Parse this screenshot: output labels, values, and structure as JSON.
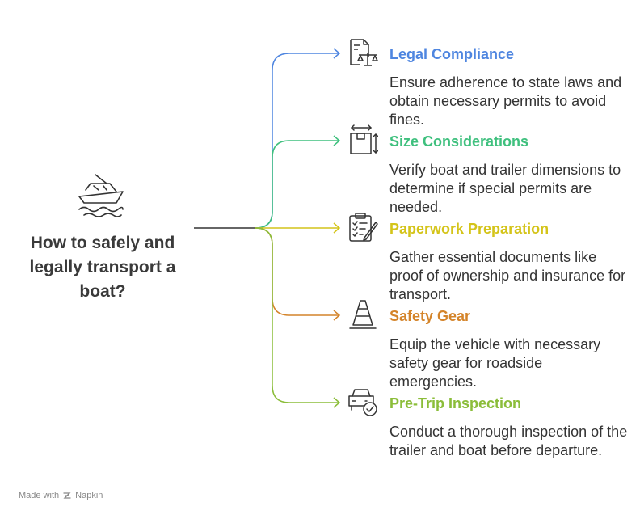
{
  "root": {
    "title": "How to safely and legally transport a boat?",
    "icon": "boat-icon"
  },
  "items": [
    {
      "title": "Legal Compliance",
      "description": "Ensure adherence to state laws and obtain necessary permits to avoid fines.",
      "color": "#4f86e0",
      "icon": "legal-document-scales-icon"
    },
    {
      "title": "Size Considerations",
      "description": "Verify boat and trailer dimensions to determine if special permits are needed.",
      "color": "#3fc07e",
      "icon": "box-dimensions-icon"
    },
    {
      "title": "Paperwork Preparation",
      "description": "Gather essential documents like proof of ownership and insurance for transport.",
      "color": "#d4c41a",
      "icon": "clipboard-paperwork-icon"
    },
    {
      "title": "Safety Gear",
      "description": "Equip the vehicle with necessary safety gear for roadside emergencies.",
      "color": "#d4842a",
      "icon": "traffic-cone-icon"
    },
    {
      "title": "Pre-Trip Inspection",
      "description": "Conduct a thorough inspection of the trailer and boat before departure.",
      "color": "#8bbd3a",
      "icon": "car-check-icon"
    }
  ],
  "footer": {
    "text": "Made with",
    "brand": "Napkin",
    "icon": "napkin-logo-icon"
  }
}
